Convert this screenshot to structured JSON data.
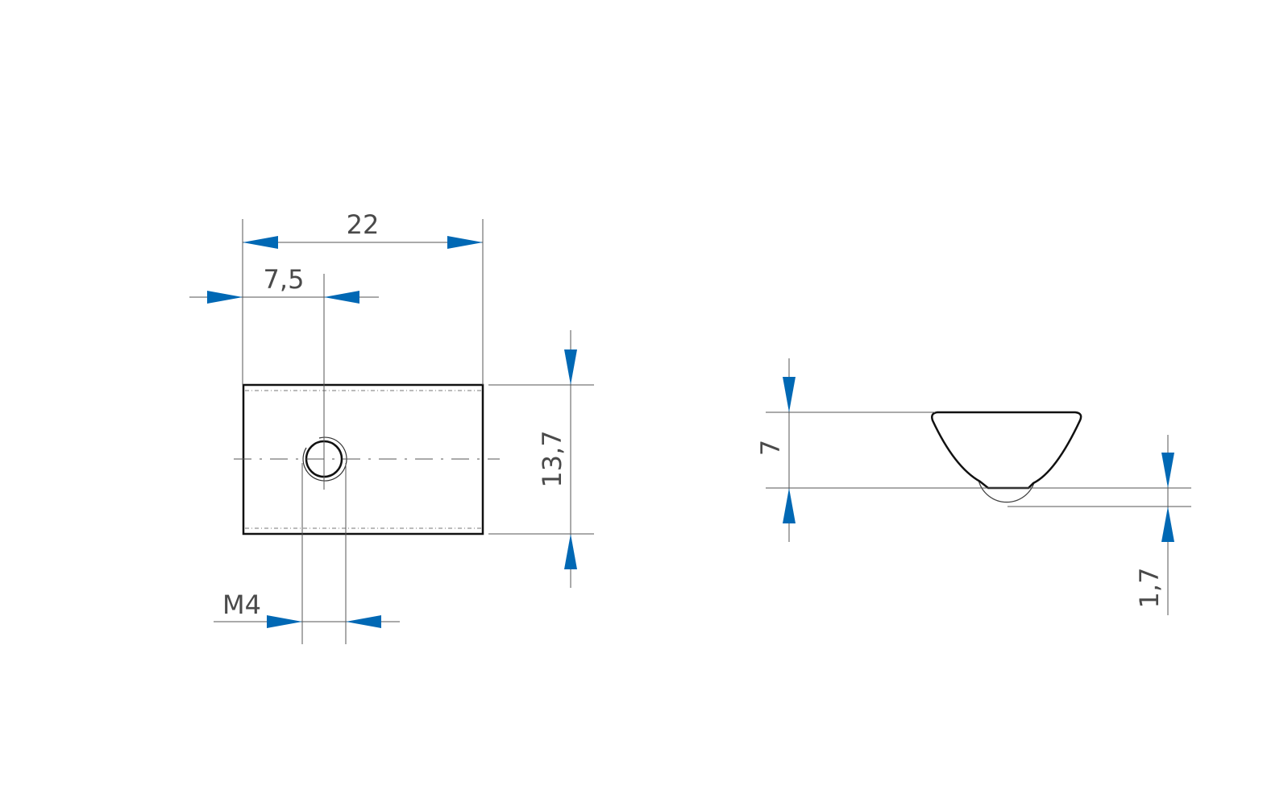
{
  "colors": {
    "arrow": "#0068b4",
    "outline": "#111111",
    "dimension_line": "#555555",
    "text": "#4a4a4a"
  },
  "front_view": {
    "dim_width": "22",
    "dim_hole_offset": "7,5",
    "dim_height": "13,7",
    "dim_thread": "M4"
  },
  "side_view": {
    "dim_height": "7",
    "dim_protrusion": "1,7"
  }
}
